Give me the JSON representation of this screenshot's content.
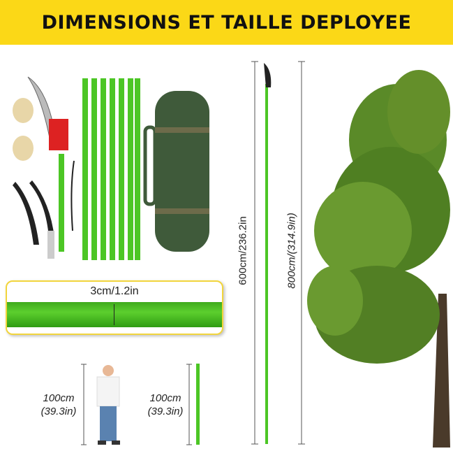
{
  "banner": {
    "title": "DIMENSIONS ET TAILLE DEPLOYEE"
  },
  "diameter": {
    "label": "3cm/1.2in"
  },
  "heights": {
    "pole_600": "600cm/236.2in",
    "pole_800": "800cm/(314.9in)"
  },
  "section": {
    "child_cm": "100cm",
    "child_in": "(39.3in)",
    "pole_cm": "100cm",
    "pole_in": "(39.3in)"
  },
  "colors": {
    "banner": "#fbd817",
    "pole_green": "#4cc625",
    "bag": "#3f5a3a"
  }
}
